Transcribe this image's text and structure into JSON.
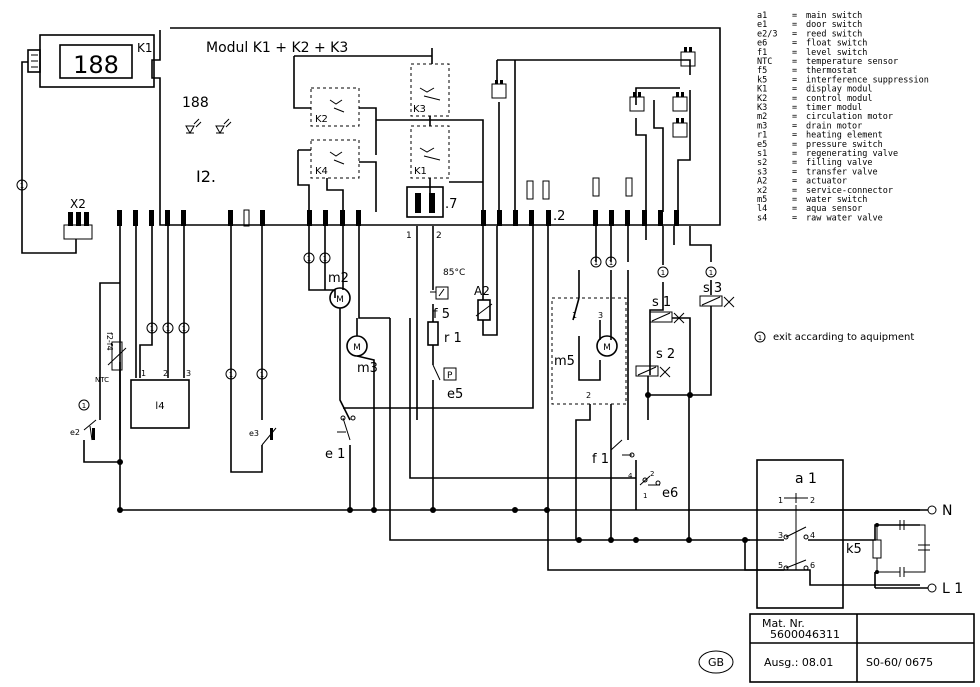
{
  "module_title": "Modul K1 + K2 + K3",
  "display_label": "K1",
  "display_digits": "188",
  "small_display": "188",
  "board_label": "I2.",
  "connectors": {
    "x2": "X2",
    "p7": ".7",
    "p2": ".2",
    "pin1": "1",
    "pin2": "2"
  },
  "relays": {
    "k2": "K2",
    "k3": "K3",
    "k4": "K4",
    "k1": "K1"
  },
  "components": {
    "m2": "m2",
    "m3": "m3",
    "f5": "f 5",
    "temp": "85°C",
    "r1": "r 1",
    "e5": "e5",
    "a2": "A2",
    "m5": "m5",
    "s1": "s 1",
    "s2": "s 2",
    "s3": "s 3",
    "f1": "f 1",
    "e6": "e6",
    "e1": "e 1",
    "e2": "e2",
    "e3": "e3",
    "ntc": "NTC",
    "f2f4": "f2-f4",
    "l4": "l4",
    "a1": "a 1",
    "k5": "k5",
    "n": "N",
    "l1": "L 1"
  },
  "pins": {
    "l4": [
      "1",
      "2",
      "3"
    ],
    "m5": [
      "1",
      "3",
      "2"
    ],
    "f1": [
      "4",
      "2",
      "1"
    ],
    "a1": [
      "1",
      "2",
      "3",
      "4",
      "5",
      "6"
    ]
  },
  "circle_marker": "1",
  "note": "exit accarding to aquipment",
  "legend": [
    {
      "code": "a1",
      "desc": "main switch"
    },
    {
      "code": "e1",
      "desc": "door switch"
    },
    {
      "code": "e2/3",
      "desc": "reed switch"
    },
    {
      "code": "e6",
      "desc": "float switch"
    },
    {
      "code": "f1",
      "desc": "level switch"
    },
    {
      "code": "NTC",
      "desc": "temperature sensor"
    },
    {
      "code": "f5",
      "desc": "thermostat"
    },
    {
      "code": "k5",
      "desc": "interference suppression"
    },
    {
      "code": "K1",
      "desc": "display modul"
    },
    {
      "code": "K2",
      "desc": "control modul"
    },
    {
      "code": "K3",
      "desc": "timer modul"
    },
    {
      "code": "m2",
      "desc": "circulation motor"
    },
    {
      "code": "m3",
      "desc": "drain motor"
    },
    {
      "code": "r1",
      "desc": "heating element"
    },
    {
      "code": "e5",
      "desc": "pressure switch"
    },
    {
      "code": "s1",
      "desc": "regenerating valve"
    },
    {
      "code": "s2",
      "desc": "filling valve"
    },
    {
      "code": "s3",
      "desc": "transfer valve"
    },
    {
      "code": "A2",
      "desc": "actuator"
    },
    {
      "code": "x2",
      "desc": "service-connector"
    },
    {
      "code": "m5",
      "desc": "water switch"
    },
    {
      "code": "l4",
      "desc": "aqua sensor"
    },
    {
      "code": "s4",
      "desc": "raw water valve"
    }
  ],
  "title_block": {
    "mat_label": "Mat. Nr.",
    "mat_number": "5600046311",
    "ausg": "Ausg.: 08.01",
    "doc_no": "S0-60/ 0675",
    "country": "GB"
  }
}
